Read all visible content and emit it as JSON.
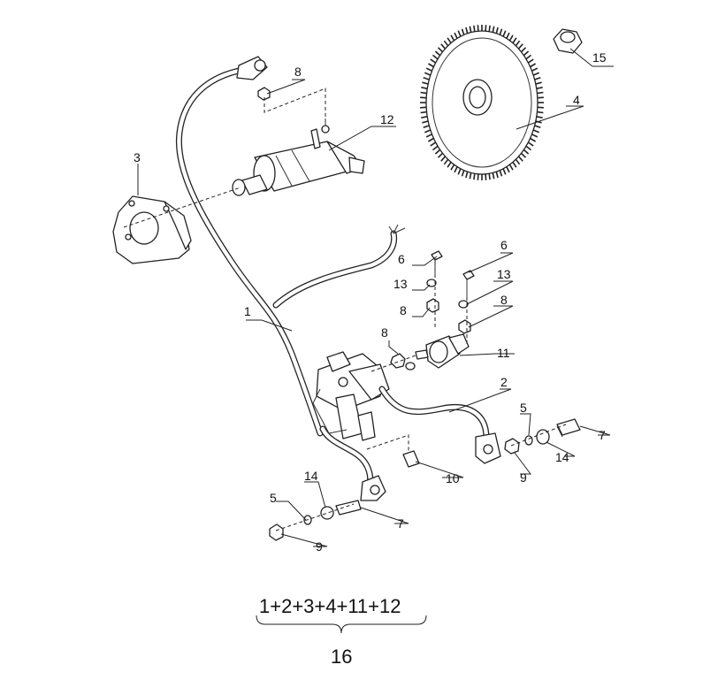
{
  "callouts": {
    "c1": "1",
    "c2": "2",
    "c3": "3",
    "c4": "4",
    "c5a": "5",
    "c5b": "5",
    "c6a": "6",
    "c6b": "6",
    "c7a": "7",
    "c7b": "7",
    "c8a": "8",
    "c8b": "8",
    "c8c": "8",
    "c8d": "8",
    "c9a": "9",
    "c9b": "9",
    "c10": "10",
    "c11": "11",
    "c12": "12",
    "c13a": "13",
    "c13b": "13",
    "c14a": "14",
    "c14b": "14",
    "c15": "15"
  },
  "kit": {
    "formula": "1+2+3+4+11+12",
    "total": "16"
  },
  "colors": {
    "line": "#222222",
    "background": "#ffffff"
  }
}
